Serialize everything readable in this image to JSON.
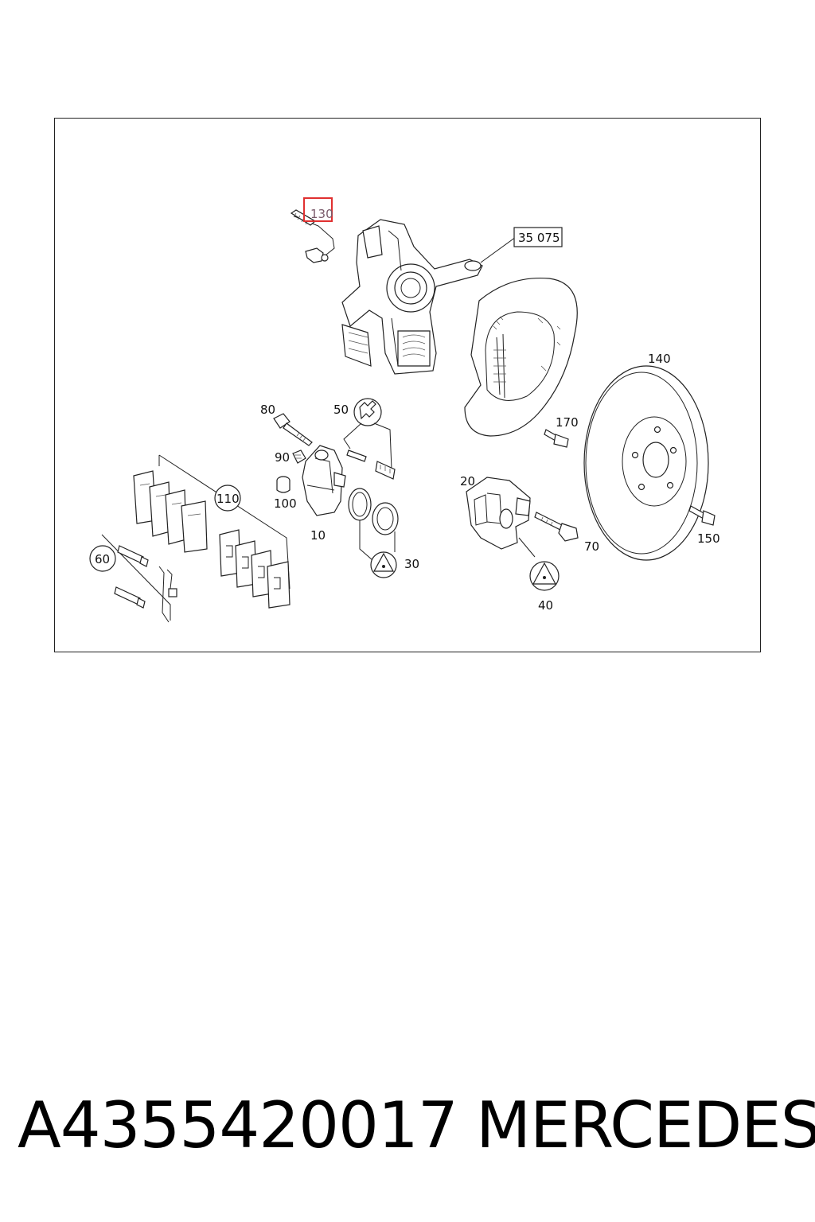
{
  "diagram": {
    "callouts": {
      "c130": "130",
      "c35075": "35 075",
      "c140": "140",
      "c80": "80",
      "c50": "50",
      "c170": "170",
      "c90": "90",
      "c110": "110",
      "c100": "100",
      "c10": "10",
      "c20": "20",
      "c60": "60",
      "c30": "30",
      "c70": "70",
      "c150": "150",
      "c40": "40"
    },
    "highlight_color": "#e03030"
  },
  "footer": {
    "part_number": "A4355420017",
    "brand": "MERCEDES"
  }
}
